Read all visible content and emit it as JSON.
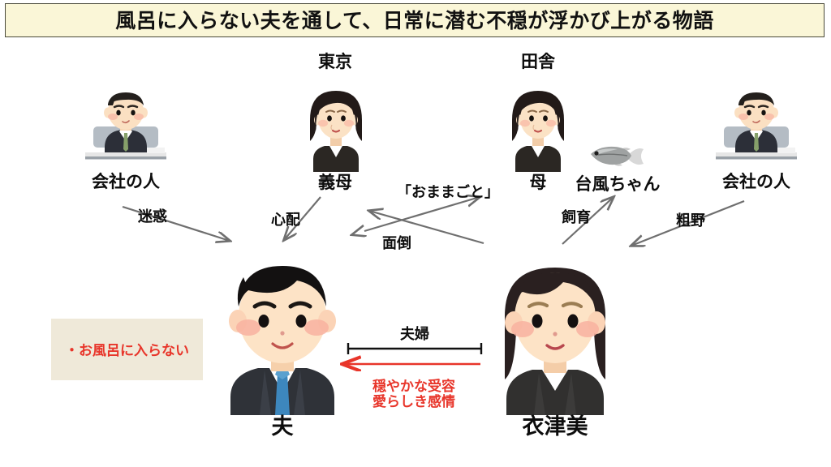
{
  "title": {
    "text": "風呂に入らない夫を通して、日常に潜む不穏が浮かび上がる物語",
    "background_color": "#faf6d7",
    "border_color": "#4a4a3a"
  },
  "characters": [
    {
      "id": "company-person-left",
      "name": "会社の人",
      "icon": "businessman-at-desk-icon"
    },
    {
      "id": "mother-in-law",
      "name": "義母",
      "location": "東京",
      "icon": "middle-aged-woman-icon"
    },
    {
      "id": "mother",
      "name": "母",
      "location": "田舎",
      "icon": "middle-aged-woman-icon"
    },
    {
      "id": "fish",
      "name": "台風ちゃん",
      "icon": "medaka-fish-icon"
    },
    {
      "id": "company-person-right",
      "name": "会社の人",
      "icon": "businessman-at-desk-icon"
    },
    {
      "id": "husband",
      "name": "夫",
      "icon": "businessman-face-icon"
    },
    {
      "id": "wife",
      "name": "衣津美",
      "icon": "businesswoman-face-icon"
    }
  ],
  "relations": [
    {
      "id": "meiwaku",
      "label": "迷惑",
      "from": "company-person-left",
      "to": "husband",
      "direction": "one-way"
    },
    {
      "id": "shinpai",
      "label": "心配",
      "from": "mother-in-law",
      "to": "husband",
      "direction": "one-way"
    },
    {
      "id": "omamagoto",
      "label": "「おままごと」",
      "from": "mother-in-law",
      "to": "wife",
      "direction": "two-way"
    },
    {
      "id": "mendou",
      "label": "面倒",
      "from": "wife",
      "to": "mother-in-law",
      "direction": "one-way"
    },
    {
      "id": "shiiku",
      "label": "飼育",
      "from": "wife",
      "to": "fish",
      "direction": "one-way"
    },
    {
      "id": "soya",
      "label": "粗野",
      "from": "company-person-right",
      "to": "wife",
      "direction": "one-way"
    },
    {
      "id": "fuufu",
      "label": "夫婦",
      "from": "husband",
      "to": "wife",
      "direction": "bracket"
    }
  ],
  "couple": {
    "bracket_label": "夫婦",
    "arrow_label_line1": "穏やかな受容",
    "arrow_label_line2": "愛らしき感情",
    "arrow_color": "#e8352a"
  },
  "note": {
    "text": "・お風呂に入らない",
    "background_color": "#efe9d9",
    "text_color": "#e8352a"
  },
  "colors": {
    "arrow_grey": "#6f6f6f",
    "text_black": "#0d0d0d",
    "accent_red": "#e8352a"
  }
}
